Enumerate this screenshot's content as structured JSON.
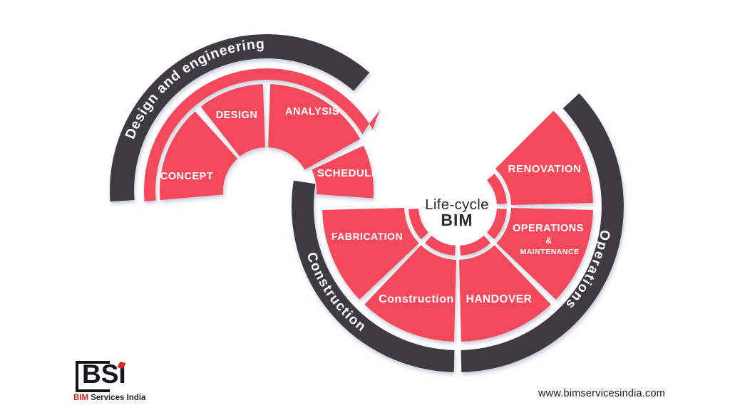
{
  "colors": {
    "segment_red": "#F4485A",
    "arc_dark": "#3C3B3F",
    "label_white": "#FFFFFF",
    "center_text": "#2B2B2F",
    "shadow": "#8E97B5",
    "logo_red": "#D8232A",
    "logo_black": "#18161B"
  },
  "diagram": {
    "center_label": {
      "line1": "Life-cycle",
      "line2": "BIM"
    },
    "phase_arcs": [
      {
        "id": "design-engineering",
        "label": "Design and engineering"
      },
      {
        "id": "construction",
        "label": "Construction"
      },
      {
        "id": "operations",
        "label": "Operations"
      }
    ],
    "segments": [
      {
        "id": "concept",
        "label": "CONCEPT"
      },
      {
        "id": "design",
        "label": "DESIGN"
      },
      {
        "id": "analysis",
        "label": "ANALYSIS"
      },
      {
        "id": "scheduling",
        "label": "SCHEDULING"
      },
      {
        "id": "fabrication",
        "label": "FABRICATION"
      },
      {
        "id": "construction",
        "label": "Construction"
      },
      {
        "id": "handover",
        "label": "HANDOVER"
      },
      {
        "id": "operations-maintenance",
        "label_lines": [
          "OPERATIONS",
          "&",
          "MAINTENANCE"
        ]
      },
      {
        "id": "renovation",
        "label": "RENOVATION"
      }
    ]
  },
  "logo": {
    "abbr": "BSI",
    "caption_accent": "BIM",
    "caption_rest": "Services India"
  },
  "footer": {
    "website": "www.bimservicesindia.com"
  }
}
